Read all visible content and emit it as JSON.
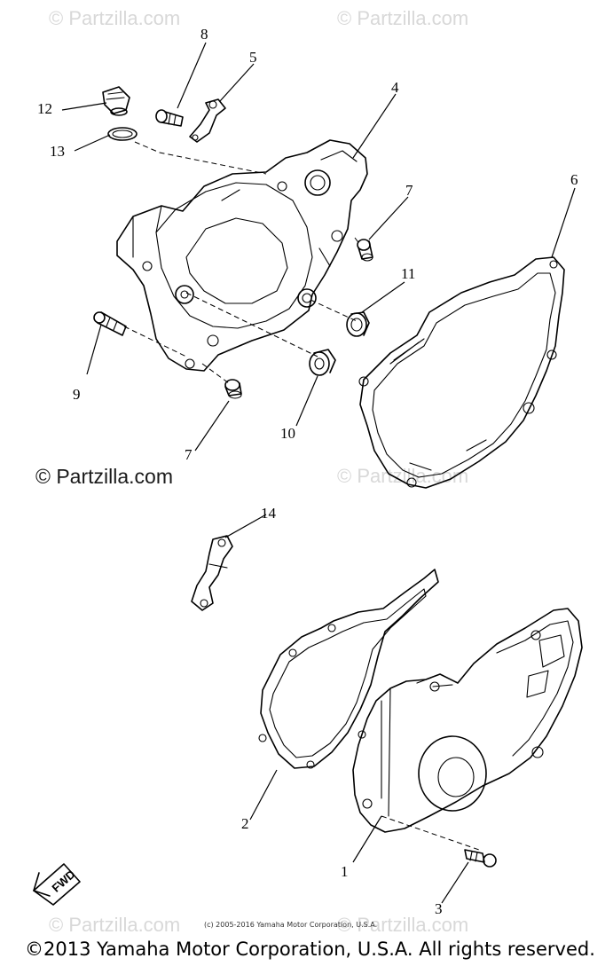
{
  "watermarks": {
    "top_left": "© Partzilla.com",
    "top_right": "© Partzilla.com",
    "mid_left": "© Partzilla.com",
    "mid_right": "© Partzilla.com",
    "bottom_left": "© Partzilla.com",
    "bottom_right": "© Partzilla.com"
  },
  "copyright_small": "(c) 2005-2016 Yamaha Motor Corporation, U.S.A.",
  "copyright_main": "©2013 Yamaha Motor Corporation, U.S.A. All rights reserved.",
  "fwd_label": "FWD",
  "callouts": {
    "c1": "1",
    "c2": "2",
    "c3": "3",
    "c4": "4",
    "c5": "5",
    "c6": "6",
    "c7a": "7",
    "c7b": "7",
    "c8": "8",
    "c9": "9",
    "c10": "10",
    "c11": "11",
    "c12": "12",
    "c13": "13",
    "c14": "14"
  }
}
